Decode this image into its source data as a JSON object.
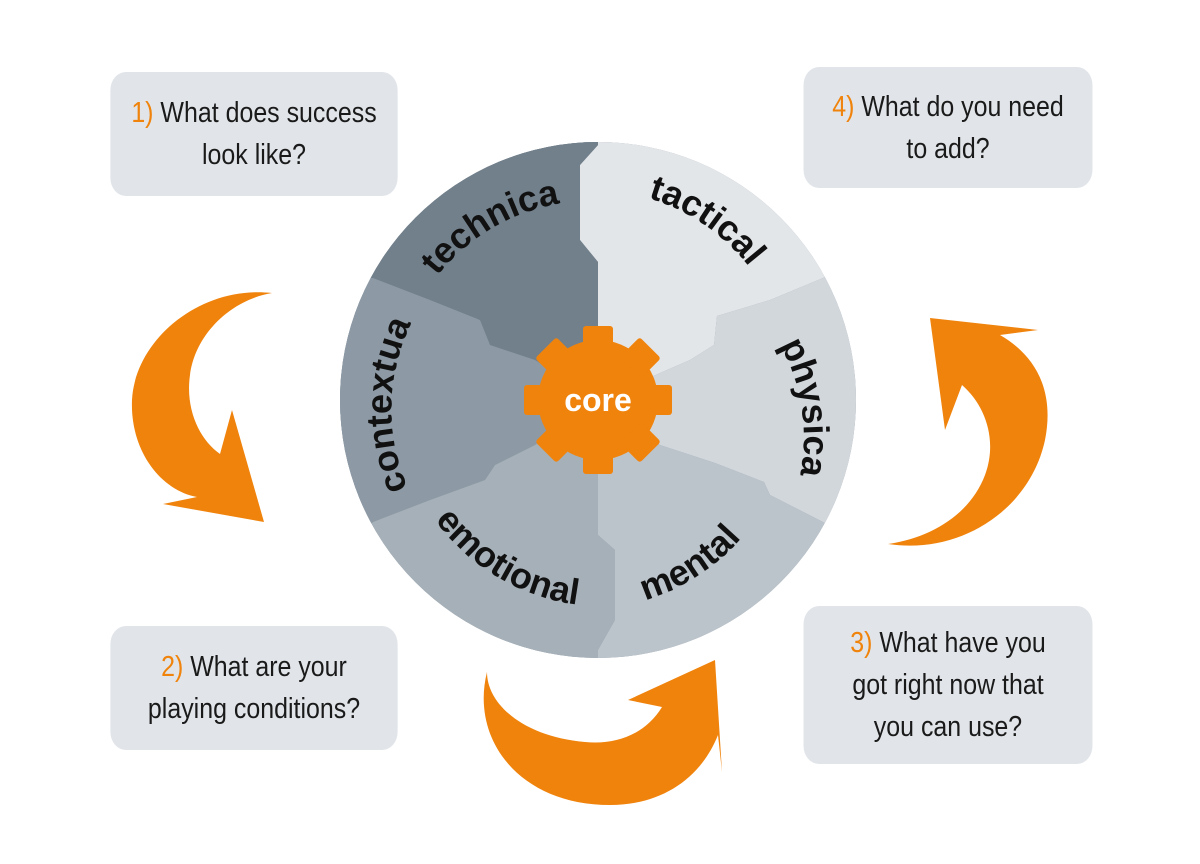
{
  "questions": [
    {
      "id": "q1",
      "num": "1)",
      "line1": "What does success",
      "line2": "look like?",
      "line3": ""
    },
    {
      "id": "q2",
      "num": "2)",
      "line1": "What are your",
      "line2": "playing conditions?",
      "line3": ""
    },
    {
      "id": "q3",
      "num": "3)",
      "line1": "What have you",
      "line2": "got right now that",
      "line3": "you can use?"
    },
    {
      "id": "q4",
      "num": "4)",
      "line1": "What do you need",
      "line2": "to add?",
      "line3": ""
    }
  ],
  "wheel": {
    "core": "core",
    "segments": {
      "technical": "technical",
      "tactical": "tactical",
      "physical": "physical",
      "mental": "mental",
      "emotional": "emotional",
      "contextual": "contextual"
    }
  },
  "colors": {
    "accent": "#f0830c",
    "box": "#e1e5e9",
    "technical": "#72808c",
    "tactical": "#e3e6e9",
    "physical": "#d2d7dc",
    "mental": "#bcc4cb",
    "emotional": "#a6b0b8",
    "contextual": "#8d9aa5"
  }
}
